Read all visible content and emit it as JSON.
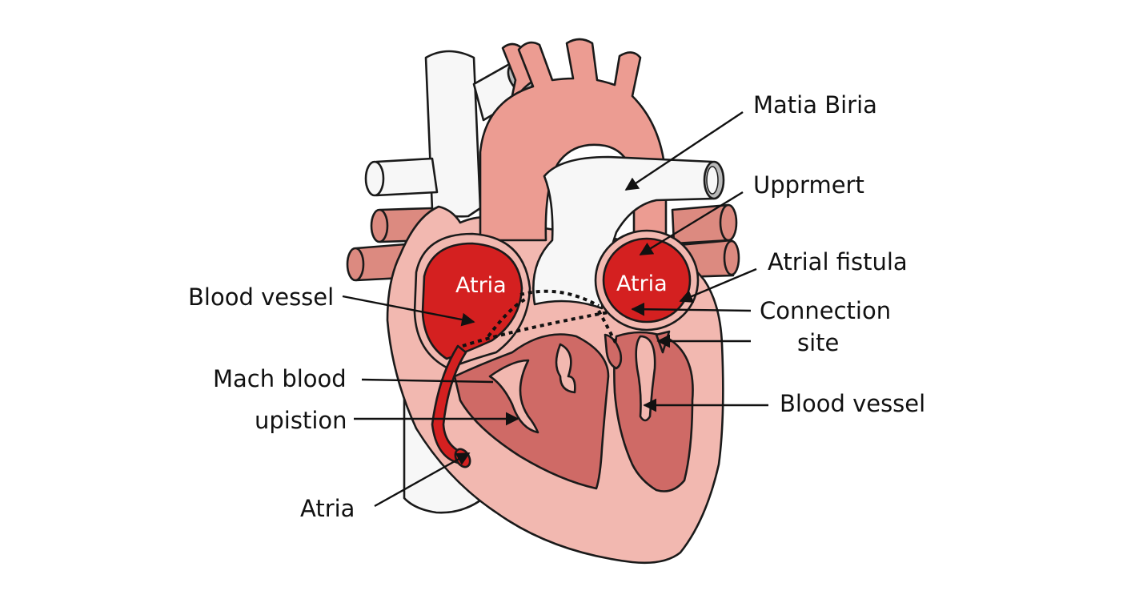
{
  "colors": {
    "muscle": "#f2b8b0",
    "aorta": "#ec9c92",
    "chamber": "#cf6a66",
    "atria": "#d42020",
    "vessel_white": "#f7f7f7",
    "vein": "#dc8a80",
    "vessel_end": "#b9b9b9",
    "outline": "#1a1a1a"
  },
  "chamber_labels": [
    "Atria",
    "Atria"
  ],
  "labels": [
    {
      "id": "matia-biria",
      "lines": [
        "Matia Biria"
      ]
    },
    {
      "id": "upprmert",
      "lines": [
        "Upprmert"
      ]
    },
    {
      "id": "atrial-fistula",
      "lines": [
        "Atrial fistula"
      ]
    },
    {
      "id": "connection-site",
      "lines": [
        "Connection",
        "site"
      ]
    },
    {
      "id": "blood-vessel-right",
      "lines": [
        "Blood vessel"
      ]
    },
    {
      "id": "blood-vessel-left",
      "lines": [
        "Blood vessel"
      ]
    },
    {
      "id": "mach-blood",
      "lines": [
        "Mach blood"
      ]
    },
    {
      "id": "upistion",
      "lines": [
        "upistion"
      ]
    },
    {
      "id": "atria-bottom",
      "lines": [
        "Atria"
      ]
    }
  ]
}
